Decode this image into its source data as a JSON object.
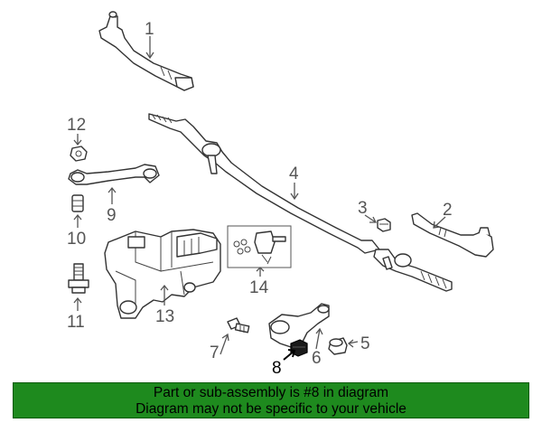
{
  "callouts": [
    {
      "id": "1",
      "label": "1"
    },
    {
      "id": "2",
      "label": "2"
    },
    {
      "id": "3",
      "label": "3"
    },
    {
      "id": "4",
      "label": "4"
    },
    {
      "id": "5",
      "label": "5"
    },
    {
      "id": "6",
      "label": "6"
    },
    {
      "id": "7",
      "label": "7"
    },
    {
      "id": "8",
      "label": "8",
      "highlighted": true
    },
    {
      "id": "9",
      "label": "9"
    },
    {
      "id": "10",
      "label": "10"
    },
    {
      "id": "11",
      "label": "11"
    },
    {
      "id": "12",
      "label": "12"
    },
    {
      "id": "13",
      "label": "13"
    },
    {
      "id": "14",
      "label": "14"
    }
  ],
  "banner": {
    "line1": "Part or sub-assembly is #8 in diagram",
    "line2": "Diagram may not be specific to your vehicle",
    "color": "#1e8a1e"
  }
}
